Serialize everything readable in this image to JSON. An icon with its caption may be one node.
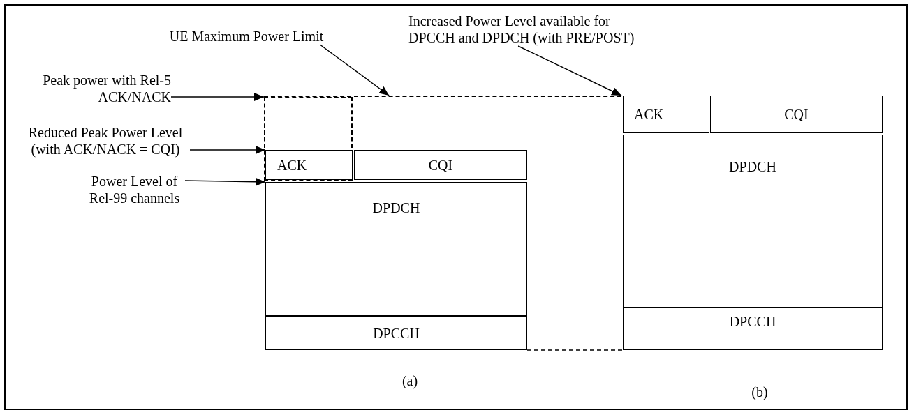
{
  "diagram": {
    "nodes": [
      {
        "text": [
          "Peak power  with Rel-5 ACK/NACK"
        ]
      },
      {
        "text": [
          "Reduced Peak Power Level (with ACK/NACK = CQI)"
        ]
      },
      {
        "text": [
          "Power Level of Rel-99 channels"
        ]
      },
      {
        "text": [
          "UE Maximum Power Limit"
        ]
      },
      {
        "text": [
          "Increased Power Level available for DPCCH and DPDCH (with PRE/POST)"
        ]
      },
      {
        "text": [],
        "shape": "box"
      },
      {
        "text": [
          "ACK"
        ],
        "in": 5
      },
      {
        "text": [
          "CQI"
        ]
      },
      {
        "text": [
          "DPDCH"
        ]
      },
      {
        "text": [
          "DPCCH"
        ]
      },
      {
        "text": [
          "ACK"
        ]
      },
      {
        "text": [
          "CQI"
        ]
      },
      {
        "text": [
          "DPDCH"
        ]
      },
      {
        "text": [
          "DPCCH"
        ]
      },
      {
        "text": [],
        "shape": "line"
      }
    ],
    "edges": [
      {
        "from": 0,
        "to": 5,
        "arrow": "to"
      },
      {
        "from": 1,
        "to": 6,
        "arrow": "to"
      },
      {
        "from": 2,
        "to": 8,
        "arrow": "to"
      },
      {
        "from": 3,
        "to": 14,
        "arrow": "to"
      },
      {
        "from": 4,
        "to": 14,
        "arrow": "to"
      },
      {
        "from": 9,
        "to": 13,
        "arrow": "none",
        "style": "dashed"
      }
    ],
    "labels": [
      "(a)",
      "(b)"
    ]
  }
}
